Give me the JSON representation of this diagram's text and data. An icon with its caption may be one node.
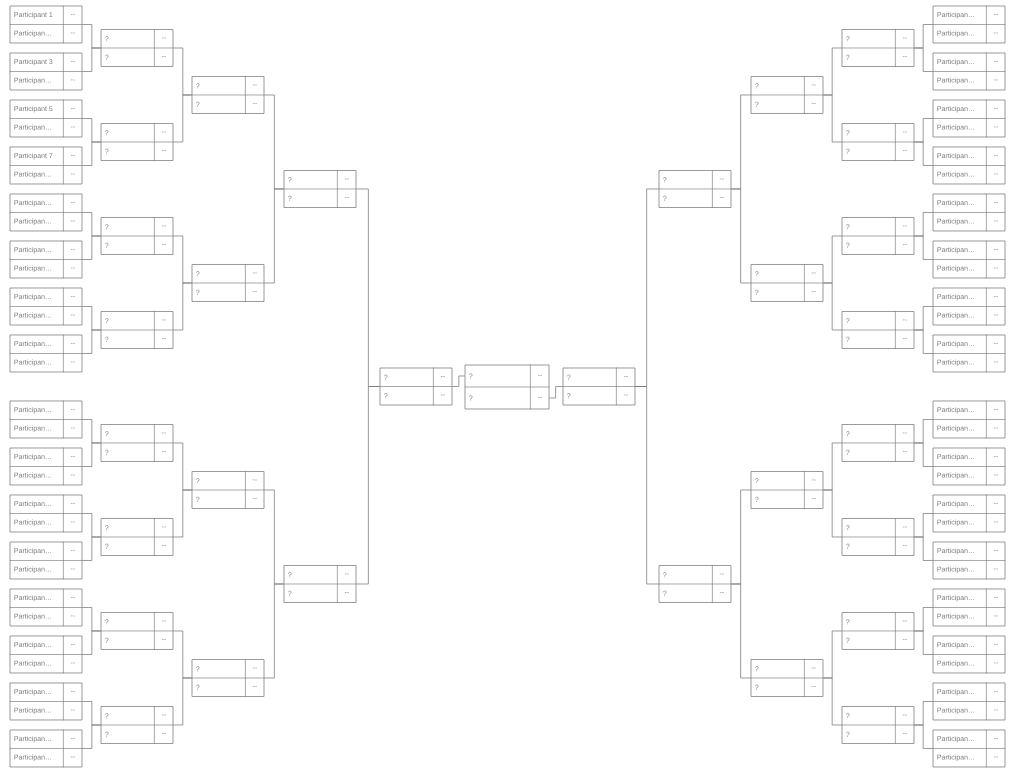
{
  "diagram": {
    "nodes": [
      {
        "text": [
          "Participant 1",
          "--",
          "Participan…",
          "--"
        ]
      },
      {
        "text": [
          "Participant 3",
          "--",
          "Participan…",
          "--"
        ]
      },
      {
        "text": [
          "Participant 5",
          "--",
          "Participan…",
          "--"
        ]
      },
      {
        "text": [
          "Participant 7",
          "--",
          "Participan…",
          "--"
        ]
      },
      {
        "text": [
          "Participan…",
          "--",
          "Participan…",
          "--"
        ]
      },
      {
        "text": [
          "Participan…",
          "--",
          "Participan…",
          "--"
        ]
      },
      {
        "text": [
          "Participan…",
          "--",
          "Participan…",
          "--"
        ]
      },
      {
        "text": [
          "Participan…",
          "--",
          "Participan…",
          "--"
        ]
      },
      {
        "text": [
          "Participan…",
          "--",
          "Participan…",
          "--"
        ]
      },
      {
        "text": [
          "Participan…",
          "--",
          "Participan…",
          "--"
        ]
      },
      {
        "text": [
          "Participan…",
          "--",
          "Participan…",
          "--"
        ]
      },
      {
        "text": [
          "Participan…",
          "--",
          "Participan…",
          "--"
        ]
      },
      {
        "text": [
          "Participan…",
          "--",
          "Participan…",
          "--"
        ]
      },
      {
        "text": [
          "Participan…",
          "--",
          "Participan…",
          "--"
        ]
      },
      {
        "text": [
          "Participan…",
          "--",
          "Participan…",
          "--"
        ]
      },
      {
        "text": [
          "Participan…",
          "--",
          "Participan…",
          "--"
        ]
      },
      {
        "text": [
          "?",
          "--",
          "?",
          "--"
        ]
      },
      {
        "text": [
          "?",
          "--",
          "?",
          "--"
        ]
      },
      {
        "text": [
          "?",
          "--",
          "?",
          "--"
        ]
      },
      {
        "text": [
          "?",
          "--",
          "?",
          "--"
        ]
      },
      {
        "text": [
          "?",
          "--",
          "?",
          "--"
        ]
      },
      {
        "text": [
          "?",
          "--",
          "?",
          "--"
        ]
      },
      {
        "text": [
          "?",
          "--",
          "?",
          "--"
        ]
      },
      {
        "text": [
          "?",
          "--",
          "?",
          "--"
        ]
      },
      {
        "text": [
          "?",
          "--",
          "?",
          "--"
        ]
      },
      {
        "text": [
          "?",
          "--",
          "?",
          "--"
        ]
      },
      {
        "text": [
          "?",
          "--",
          "?",
          "--"
        ]
      },
      {
        "text": [
          "?",
          "--",
          "?",
          "--"
        ]
      },
      {
        "text": [
          "?",
          "--",
          "?",
          "--"
        ]
      },
      {
        "text": [
          "?",
          "--",
          "?",
          "--"
        ]
      },
      {
        "text": [
          "?",
          "--",
          "?",
          "--"
        ]
      },
      {
        "text": [
          "?",
          "--",
          "?",
          "--"
        ]
      },
      {
        "text": [
          "?",
          "--",
          "?",
          "--"
        ]
      },
      {
        "text": [
          "?",
          "--",
          "?",
          "--"
        ]
      },
      {
        "text": [
          "?",
          "--",
          "?",
          "--"
        ]
      },
      {
        "text": [
          "?",
          "--",
          "?",
          "--"
        ]
      },
      {
        "text": [
          "?",
          "--",
          "?",
          "--"
        ]
      },
      {
        "text": [
          "?",
          "--",
          "?",
          "--"
        ]
      },
      {
        "text": [
          "?",
          "--",
          "?",
          "--"
        ]
      },
      {
        "text": [
          "?",
          "--",
          "?",
          "--"
        ]
      },
      {
        "text": [
          "?",
          "--",
          "?",
          "--"
        ]
      },
      {
        "text": [
          "?",
          "--",
          "?",
          "--"
        ]
      },
      {
        "text": [
          "?",
          "--",
          "?",
          "--"
        ]
      },
      {
        "text": [
          "?",
          "--",
          "?",
          "--"
        ]
      },
      {
        "text": [
          "?",
          "--",
          "?",
          "--"
        ]
      },
      {
        "text": [
          "?",
          "--",
          "?",
          "--"
        ]
      },
      {
        "text": [
          "?",
          "--",
          "?",
          "--"
        ]
      },
      {
        "text": [
          "Participan…",
          "--",
          "Participan…",
          "--"
        ]
      },
      {
        "text": [
          "Participan…",
          "--",
          "Participan…",
          "--"
        ]
      },
      {
        "text": [
          "Participan…",
          "--",
          "Participan…",
          "--"
        ]
      },
      {
        "text": [
          "Participan…",
          "--",
          "Participan…",
          "--"
        ]
      },
      {
        "text": [
          "Participan…",
          "--",
          "Participan…",
          "--"
        ]
      },
      {
        "text": [
          "Participan…",
          "--",
          "Participan…",
          "--"
        ]
      },
      {
        "text": [
          "Participan…",
          "--",
          "Participan…",
          "--"
        ]
      },
      {
        "text": [
          "Participan…",
          "--",
          "Participan…",
          "--"
        ]
      },
      {
        "text": [
          "Participan…",
          "--",
          "Participan…",
          "--"
        ]
      },
      {
        "text": [
          "Participan…",
          "--",
          "Participan…",
          "--"
        ]
      },
      {
        "text": [
          "Participan…",
          "--",
          "Participan…",
          "--"
        ]
      },
      {
        "text": [
          "Participan…",
          "--",
          "Participan…",
          "--"
        ]
      },
      {
        "text": [
          "Participan…",
          "--",
          "Participan…",
          "--"
        ]
      },
      {
        "text": [
          "Participan…",
          "--",
          "Participan…",
          "--"
        ]
      },
      {
        "text": [
          "Participan…",
          "--",
          "Participan…",
          "--"
        ]
      },
      {
        "text": [
          "Participan…",
          "--",
          "Participan…",
          "--"
        ]
      }
    ],
    "edges": [
      {
        "from": 0,
        "to": 16,
        "arrow": "none"
      },
      {
        "from": 1,
        "to": 16,
        "arrow": "none"
      },
      {
        "from": 2,
        "to": 17,
        "arrow": "none"
      },
      {
        "from": 3,
        "to": 17,
        "arrow": "none"
      },
      {
        "from": 4,
        "to": 18,
        "arrow": "none"
      },
      {
        "from": 5,
        "to": 18,
        "arrow": "none"
      },
      {
        "from": 6,
        "to": 19,
        "arrow": "none"
      },
      {
        "from": 7,
        "to": 19,
        "arrow": "none"
      },
      {
        "from": 8,
        "to": 20,
        "arrow": "none"
      },
      {
        "from": 9,
        "to": 20,
        "arrow": "none"
      },
      {
        "from": 10,
        "to": 21,
        "arrow": "none"
      },
      {
        "from": 11,
        "to": 21,
        "arrow": "none"
      },
      {
        "from": 12,
        "to": 22,
        "arrow": "none"
      },
      {
        "from": 13,
        "to": 22,
        "arrow": "none"
      },
      {
        "from": 14,
        "to": 23,
        "arrow": "none"
      },
      {
        "from": 15,
        "to": 23,
        "arrow": "none"
      },
      {
        "from": 16,
        "to": 24,
        "arrow": "none"
      },
      {
        "from": 17,
        "to": 24,
        "arrow": "none"
      },
      {
        "from": 18,
        "to": 25,
        "arrow": "none"
      },
      {
        "from": 19,
        "to": 25,
        "arrow": "none"
      },
      {
        "from": 20,
        "to": 26,
        "arrow": "none"
      },
      {
        "from": 21,
        "to": 26,
        "arrow": "none"
      },
      {
        "from": 22,
        "to": 27,
        "arrow": "none"
      },
      {
        "from": 23,
        "to": 27,
        "arrow": "none"
      },
      {
        "from": 24,
        "to": 28,
        "arrow": "none"
      },
      {
        "from": 25,
        "to": 28,
        "arrow": "none"
      },
      {
        "from": 26,
        "to": 29,
        "arrow": "none"
      },
      {
        "from": 27,
        "to": 29,
        "arrow": "none"
      },
      {
        "from": 28,
        "to": 30,
        "arrow": "none"
      },
      {
        "from": 29,
        "to": 30,
        "arrow": "none"
      },
      {
        "from": 30,
        "to": 31,
        "arrow": "none"
      },
      {
        "from": 32,
        "to": 31,
        "arrow": "none"
      },
      {
        "from": 33,
        "to": 32,
        "arrow": "none"
      },
      {
        "from": 34,
        "to": 32,
        "arrow": "none"
      },
      {
        "from": 35,
        "to": 33,
        "arrow": "none"
      },
      {
        "from": 36,
        "to": 33,
        "arrow": "none"
      },
      {
        "from": 37,
        "to": 34,
        "arrow": "none"
      },
      {
        "from": 38,
        "to": 34,
        "arrow": "none"
      },
      {
        "from": 39,
        "to": 35,
        "arrow": "none"
      },
      {
        "from": 40,
        "to": 35,
        "arrow": "none"
      },
      {
        "from": 41,
        "to": 36,
        "arrow": "none"
      },
      {
        "from": 42,
        "to": 36,
        "arrow": "none"
      },
      {
        "from": 43,
        "to": 37,
        "arrow": "none"
      },
      {
        "from": 44,
        "to": 37,
        "arrow": "none"
      },
      {
        "from": 45,
        "to": 38,
        "arrow": "none"
      },
      {
        "from": 46,
        "to": 38,
        "arrow": "none"
      },
      {
        "from": 47,
        "to": 39,
        "arrow": "none"
      },
      {
        "from": 48,
        "to": 39,
        "arrow": "none"
      },
      {
        "from": 49,
        "to": 40,
        "arrow": "none"
      },
      {
        "from": 50,
        "to": 40,
        "arrow": "none"
      },
      {
        "from": 51,
        "to": 41,
        "arrow": "none"
      },
      {
        "from": 52,
        "to": 41,
        "arrow": "none"
      },
      {
        "from": 53,
        "to": 42,
        "arrow": "none"
      },
      {
        "from": 54,
        "to": 42,
        "arrow": "none"
      },
      {
        "from": 55,
        "to": 43,
        "arrow": "none"
      },
      {
        "from": 56,
        "to": 43,
        "arrow": "none"
      },
      {
        "from": 57,
        "to": 44,
        "arrow": "none"
      },
      {
        "from": 58,
        "to": 44,
        "arrow": "none"
      },
      {
        "from": 59,
        "to": 45,
        "arrow": "none"
      },
      {
        "from": 60,
        "to": 45,
        "arrow": "none"
      },
      {
        "from": 61,
        "to": 46,
        "arrow": "none"
      },
      {
        "from": 62,
        "to": 46,
        "arrow": "none"
      }
    ]
  }
}
